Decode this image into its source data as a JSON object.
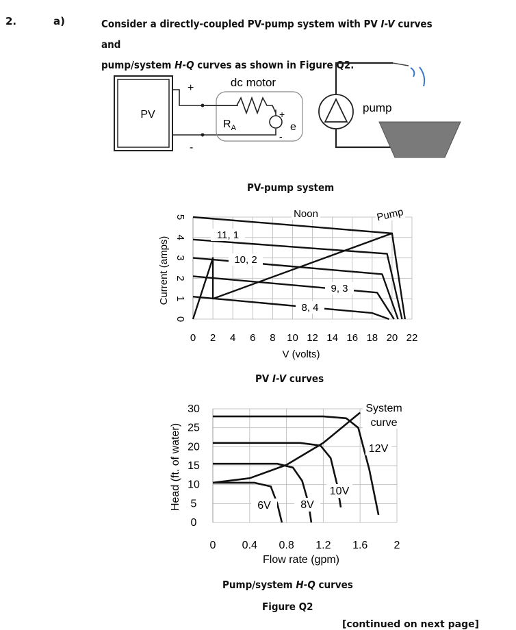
{
  "question": {
    "number": "2.",
    "part": "a)",
    "line1_pre": "Consider a directly-coupled PV-pump system with PV ",
    "line1_iv": "I-V",
    "line1_mid": " curves and",
    "line2_pre": "pump/system ",
    "line2_hq": "H-Q",
    "line2_post": " curves as shown in Figure Q2."
  },
  "schematic": {
    "pv_label": "PV",
    "plus": "+",
    "minus": "-",
    "dc_motor": "dc motor",
    "ra": "R",
    "ra_sub": "A",
    "e": "e",
    "pump": "pump",
    "caption": "PV-pump system"
  },
  "iv_chart": {
    "caption_pre": "PV ",
    "caption_iv": "I-V",
    "caption_post": " curves",
    "curve_labels": [
      "Noon",
      "11, 1",
      "10, 2",
      "9, 3",
      "8, 4",
      "Pump"
    ]
  },
  "hq_chart": {
    "caption_pre": "Pump/system ",
    "caption_hq": "H-Q",
    "caption_post": " curves",
    "system_line1": "System",
    "system_line2": "curve",
    "voltage_labels": [
      "12V",
      "10V",
      "8V",
      "6V"
    ]
  },
  "figure_label": "Figure Q2",
  "continued": "[continued on next page]",
  "chart_data": [
    {
      "type": "line",
      "title": "",
      "xlabel": "V (volts)",
      "ylabel": "Current (amps)",
      "xlim": [
        0,
        22
      ],
      "ylim": [
        0,
        5
      ],
      "x_ticks": [
        0,
        2,
        4,
        6,
        8,
        10,
        12,
        14,
        16,
        18,
        20,
        22
      ],
      "y_ticks": [
        0,
        1,
        2,
        3,
        4,
        5
      ],
      "grid": true,
      "series": [
        {
          "name": "Noon",
          "x": [
            0,
            20,
            21.3
          ],
          "y": [
            5.0,
            4.2,
            0
          ]
        },
        {
          "name": "11, 1",
          "x": [
            0,
            19.5,
            21.0
          ],
          "y": [
            3.9,
            3.2,
            0
          ]
        },
        {
          "name": "10, 2",
          "x": [
            0,
            19.0,
            20.6
          ],
          "y": [
            3.0,
            2.2,
            0
          ]
        },
        {
          "name": "9, 3",
          "x": [
            0,
            18.5,
            20.2
          ],
          "y": [
            2.1,
            1.3,
            0
          ]
        },
        {
          "name": "8, 4",
          "x": [
            0,
            18.0,
            19.7
          ],
          "y": [
            1.1,
            0.3,
            0
          ]
        },
        {
          "name": "Pump",
          "x": [
            0,
            2,
            2,
            20
          ],
          "y": [
            0,
            3.0,
            1.0,
            4.2
          ]
        }
      ]
    },
    {
      "type": "line",
      "title": "",
      "xlabel": "Flow rate (gpm)",
      "ylabel": "Head (ft. of water)",
      "xlim": [
        0,
        2
      ],
      "ylim": [
        0,
        30
      ],
      "x_ticks": [
        0,
        0.4,
        0.8,
        1.2,
        1.6,
        2
      ],
      "y_ticks": [
        0,
        5,
        10,
        15,
        20,
        25,
        30
      ],
      "grid": true,
      "series": [
        {
          "name": "12V",
          "x": [
            0,
            1.2,
            1.45,
            1.58,
            1.7,
            1.8
          ],
          "y": [
            28,
            28,
            27.5,
            25,
            14,
            2
          ]
        },
        {
          "name": "10V",
          "x": [
            0,
            0.95,
            1.17,
            1.28,
            1.35,
            1.39
          ],
          "y": [
            21,
            21,
            20.3,
            17,
            10,
            4
          ]
        },
        {
          "name": "8V",
          "x": [
            0,
            0.7,
            0.87,
            0.97,
            1.04,
            1.07
          ],
          "y": [
            15.5,
            15.5,
            14.5,
            11,
            5,
            0
          ]
        },
        {
          "name": "6V",
          "x": [
            0,
            0.45,
            0.63,
            0.7,
            0.75
          ],
          "y": [
            10.5,
            10.5,
            9.5,
            5,
            0
          ]
        },
        {
          "name": "System curve",
          "x": [
            0,
            0.4,
            0.8,
            1.2,
            1.6
          ],
          "y": [
            10.5,
            11.7,
            15.2,
            21,
            29
          ]
        }
      ]
    }
  ]
}
